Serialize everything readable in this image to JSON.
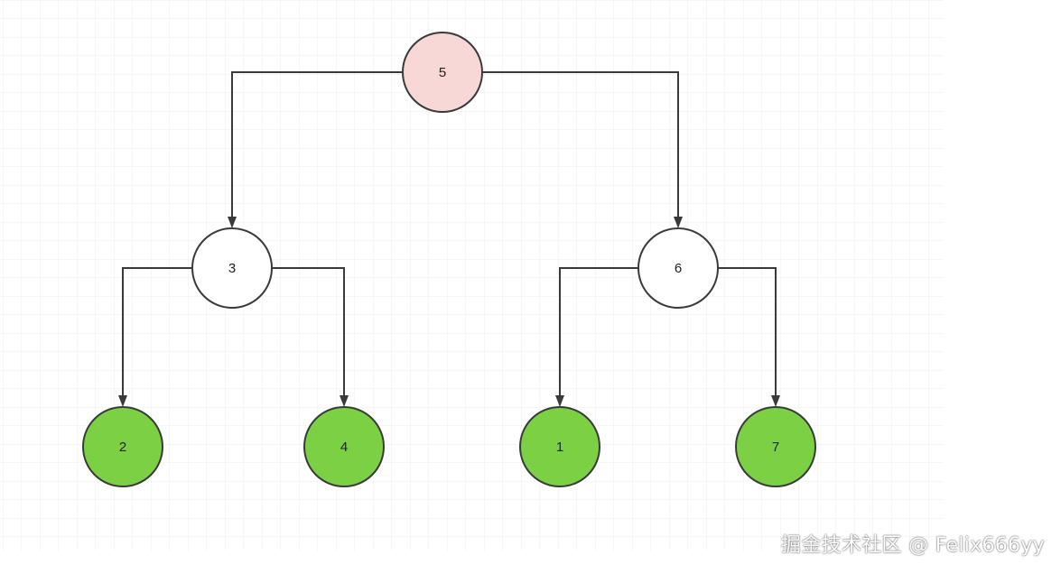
{
  "colors": {
    "root_fill": "#f8d7d7",
    "inner_fill": "#ffffff",
    "leaf_fill": "#7bd143",
    "stroke": "#3a3a3a",
    "grid": "#ececec"
  },
  "tree": {
    "root": {
      "label": "5",
      "role": "root"
    },
    "left": {
      "label": "3",
      "role": "inner"
    },
    "right": {
      "label": "6",
      "role": "inner"
    },
    "leaves": [
      {
        "label": "2",
        "role": "leaf"
      },
      {
        "label": "4",
        "role": "leaf"
      },
      {
        "label": "1",
        "role": "leaf"
      },
      {
        "label": "7",
        "role": "leaf"
      }
    ]
  },
  "watermark": "掘金技术社区 @ Felix666yy"
}
